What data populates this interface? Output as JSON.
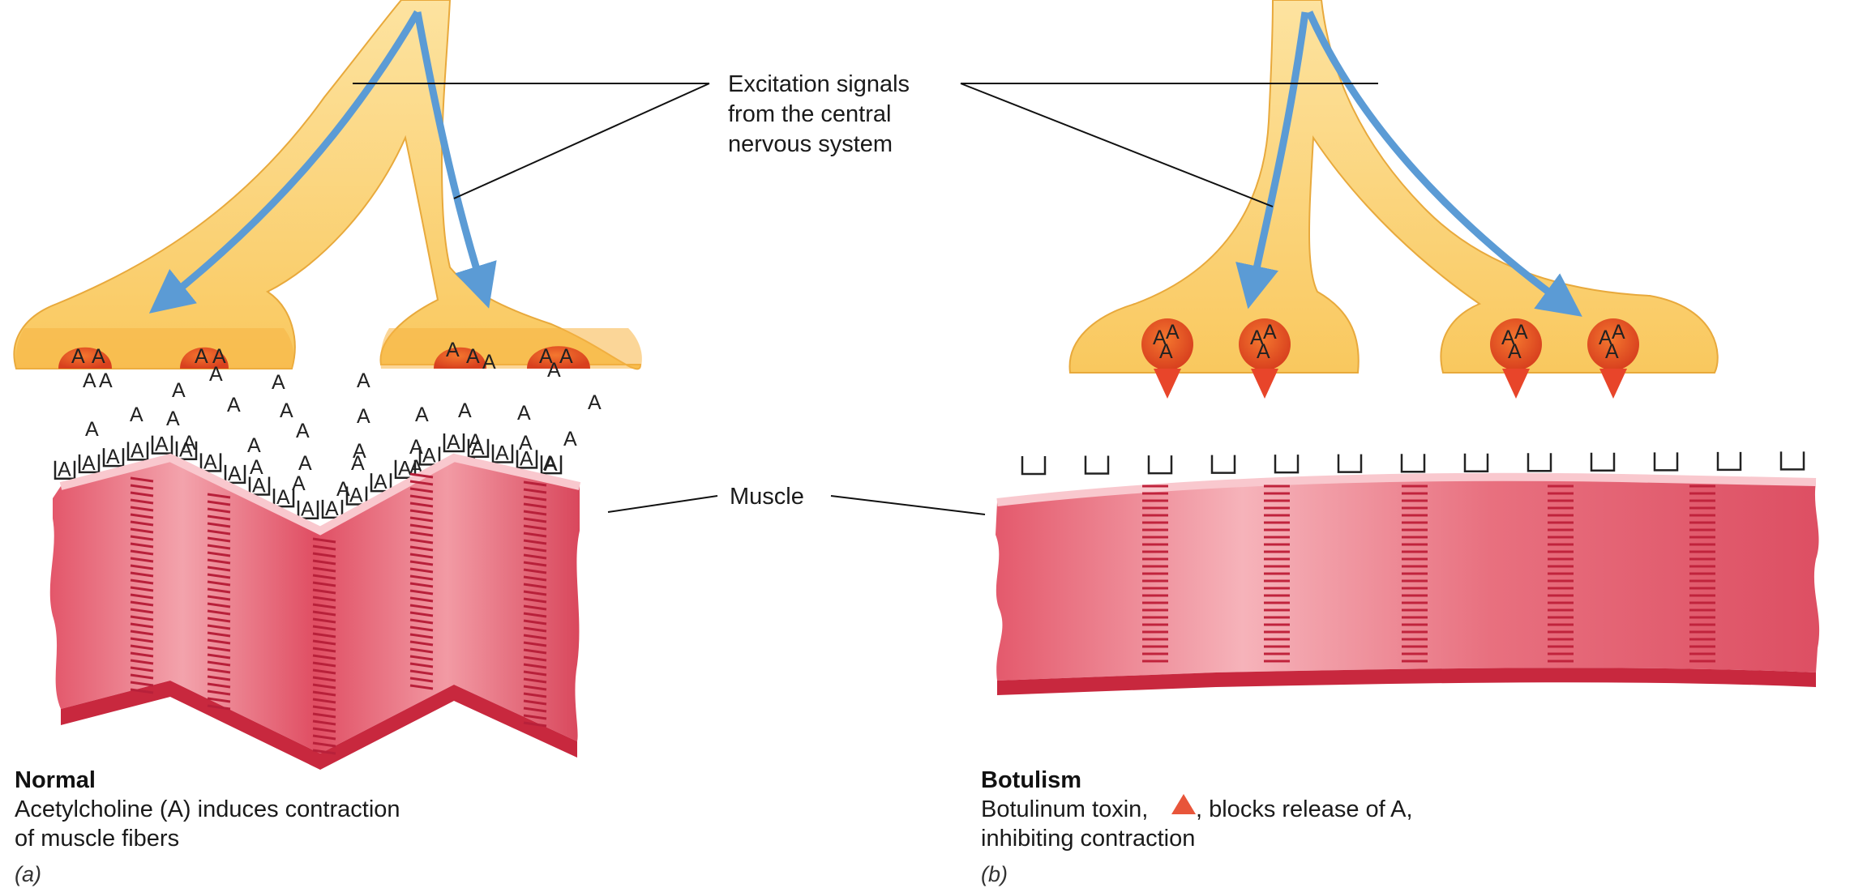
{
  "labels": {
    "excitation_line1": "Excitation signals",
    "excitation_line2": "from the central",
    "excitation_line3": "nervous system",
    "muscle": "Muscle"
  },
  "panel_a": {
    "title": "Normal",
    "caption_line1": "Acetylcholine (A) induces contraction",
    "caption_line2": "of muscle fibers",
    "part": "(a)",
    "ach_symbol": "A"
  },
  "panel_b": {
    "title": "Botulism",
    "caption_line1_before": "Botulinum toxin,",
    "caption_line1_after": ", blocks release of A,",
    "caption_line2": "inhibiting contraction",
    "part": "(b)",
    "ach_symbol": "A"
  },
  "colors": {
    "nerve_fill": "#fcd27a",
    "nerve_edge": "#e8a93c",
    "signal_arrow": "#5b9bd5",
    "vesicle": "#e8552a",
    "muscle_fill": "#e96a78",
    "muscle_dark": "#c8283e",
    "toxin": "#e8452a"
  }
}
